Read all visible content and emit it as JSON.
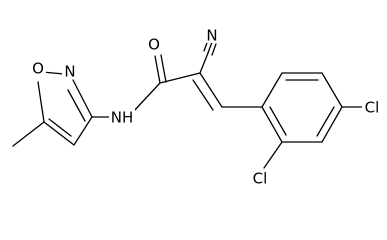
{
  "atoms": {
    "n_nitrile": "N",
    "o_carbonyl": "O",
    "o_ring": "O",
    "n_ring": "N",
    "nh": "NH",
    "cl_para": "Cl",
    "cl_ortho": "Cl"
  }
}
